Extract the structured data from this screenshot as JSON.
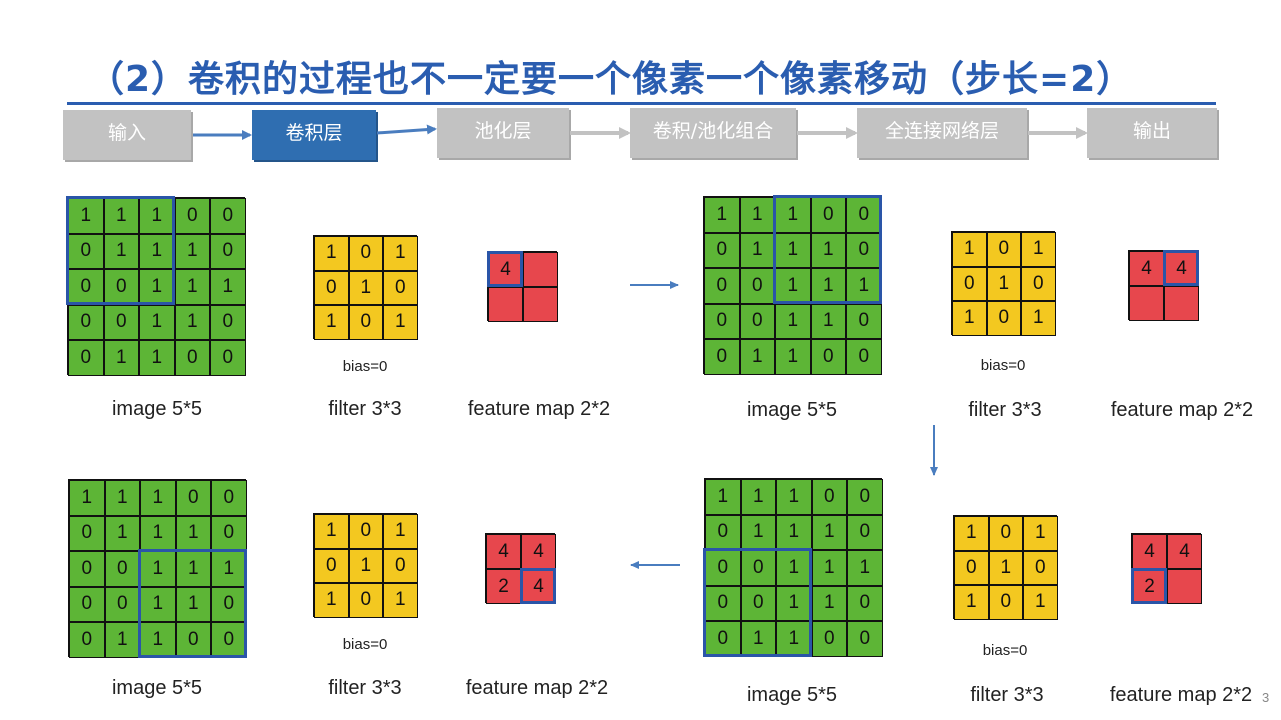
{
  "title": "（2）卷积的过程也不一定要一个像素一个像素移动（步长=2）",
  "pipeline": {
    "steps": [
      "输入",
      "卷积层",
      "池化层",
      "卷积/池化组合",
      "全连接网络层",
      "输出"
    ],
    "active_index": 1
  },
  "image_matrix": [
    [
      1,
      1,
      1,
      0,
      0
    ],
    [
      0,
      1,
      1,
      1,
      0
    ],
    [
      0,
      0,
      1,
      1,
      1
    ],
    [
      0,
      0,
      1,
      1,
      0
    ],
    [
      0,
      1,
      1,
      0,
      0
    ]
  ],
  "filter_matrix": [
    [
      1,
      0,
      1
    ],
    [
      0,
      1,
      0
    ],
    [
      1,
      0,
      1
    ]
  ],
  "labels": {
    "image": "image 5*5",
    "filter": "filter 3*3",
    "feature": "feature map 2*2",
    "bias": "bias=0"
  },
  "steps": [
    {
      "feature_map": [
        [
          "4",
          ""
        ],
        [
          "",
          ""
        ]
      ],
      "highlight": "top-left window",
      "active_output": "top-left"
    },
    {
      "feature_map": [
        [
          "4",
          "4"
        ],
        [
          "",
          ""
        ]
      ],
      "highlight": "top-right window",
      "active_output": "top-right"
    },
    {
      "feature_map": [
        [
          "4",
          "4"
        ],
        [
          "2",
          ""
        ]
      ],
      "highlight": "bottom-left window",
      "active_output": "bottom-left"
    },
    {
      "feature_map": [
        [
          "4",
          "4"
        ],
        [
          "2",
          "4"
        ]
      ],
      "highlight": "bottom-right window",
      "active_output": "bottom-right"
    }
  ],
  "page_number": "3",
  "colors": {
    "title": "#2a5db0",
    "image_cell": "#5db536",
    "filter_cell": "#f3c820",
    "feature_cell": "#e7474d",
    "highlight": "#2a55a8",
    "step_active": "#2f6eb1",
    "step_inactive": "#c2c2c2",
    "arrow": "#4a7dbf"
  }
}
